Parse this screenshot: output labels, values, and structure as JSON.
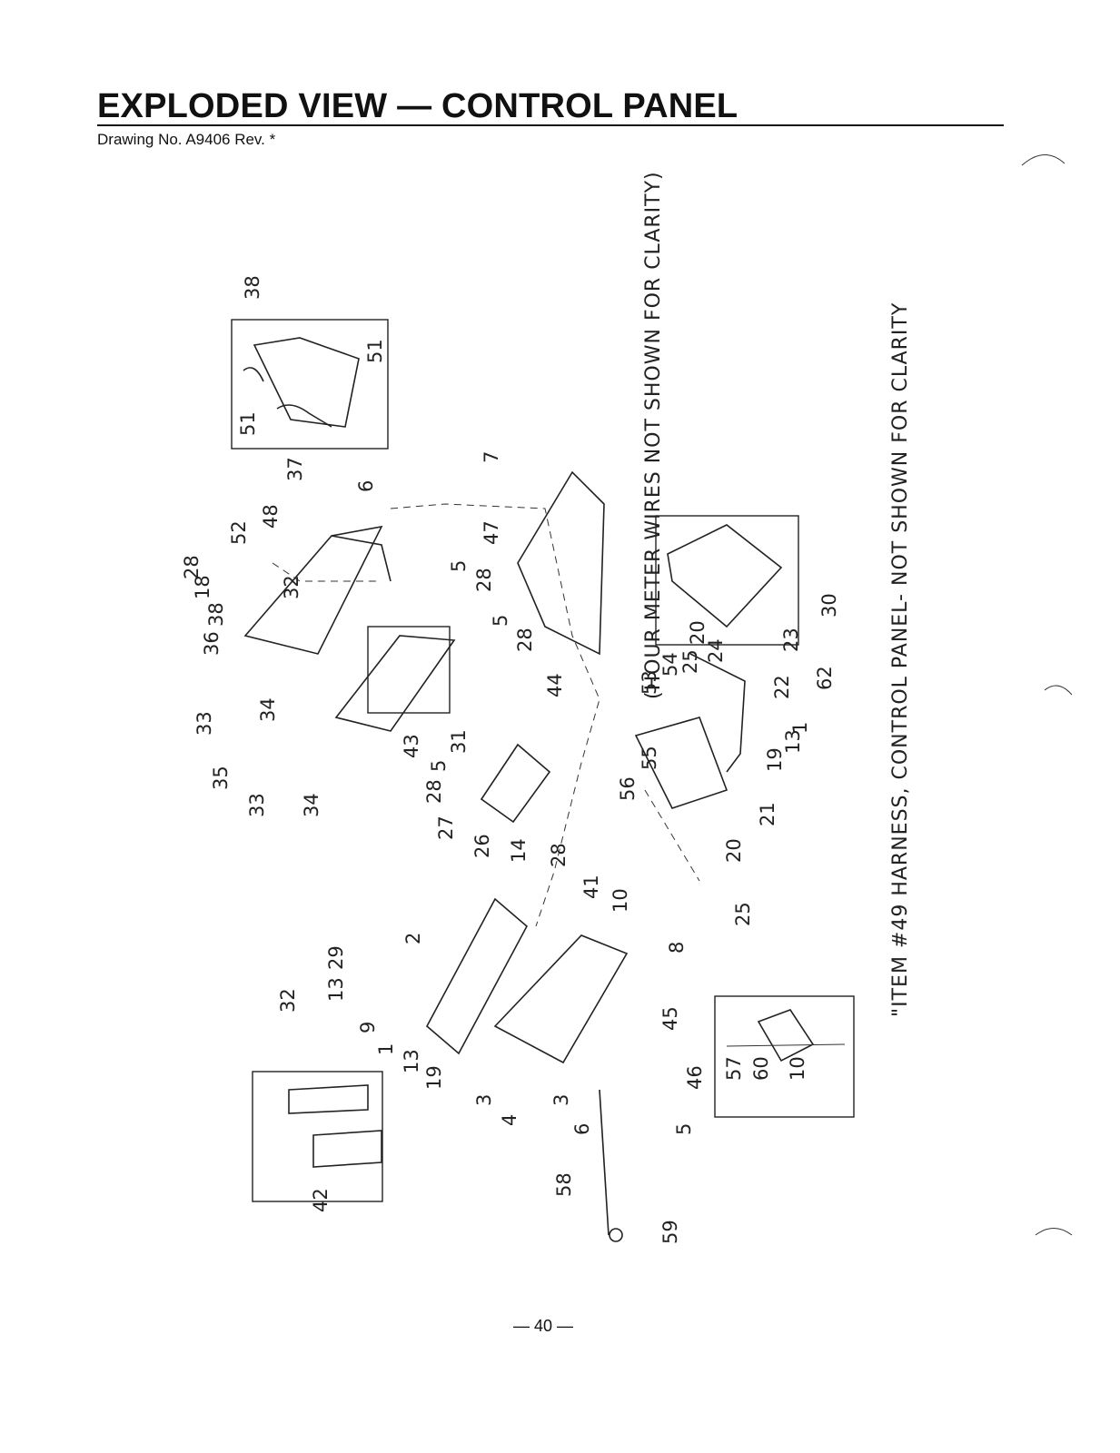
{
  "header": {
    "title": "EXPLODED VIEW — CONTROL PANEL",
    "drawing_no": "Drawing No. A9406 Rev. *"
  },
  "notes": {
    "hour_meter": "(HOUR METER WIRES NOT SHOWN FOR CLARITY)",
    "harness": "\"ITEM #49 HARNESS, CONTROL PANEL- NOT SHOWN FOR CLARITY"
  },
  "callouts": [
    "38",
    "51",
    "51",
    "37",
    "6",
    "48",
    "52",
    "28",
    "18",
    "38",
    "36",
    "33",
    "34",
    "35",
    "33",
    "34",
    "32",
    "7",
    "47",
    "5",
    "28",
    "5",
    "28",
    "44",
    "43",
    "31",
    "5",
    "28",
    "27",
    "26",
    "30",
    "20",
    "53",
    "54",
    "25",
    "24",
    "23",
    "22",
    "62",
    "1",
    "13",
    "19",
    "21",
    "20",
    "56",
    "55",
    "14",
    "28",
    "41",
    "10",
    "25",
    "2",
    "29",
    "13",
    "9",
    "1",
    "13",
    "19",
    "3",
    "4",
    "3",
    "6",
    "45",
    "8",
    "46",
    "5",
    "58",
    "59",
    "57",
    "60",
    "10",
    "32",
    "42"
  ],
  "footer": {
    "page": "— 40 —"
  }
}
